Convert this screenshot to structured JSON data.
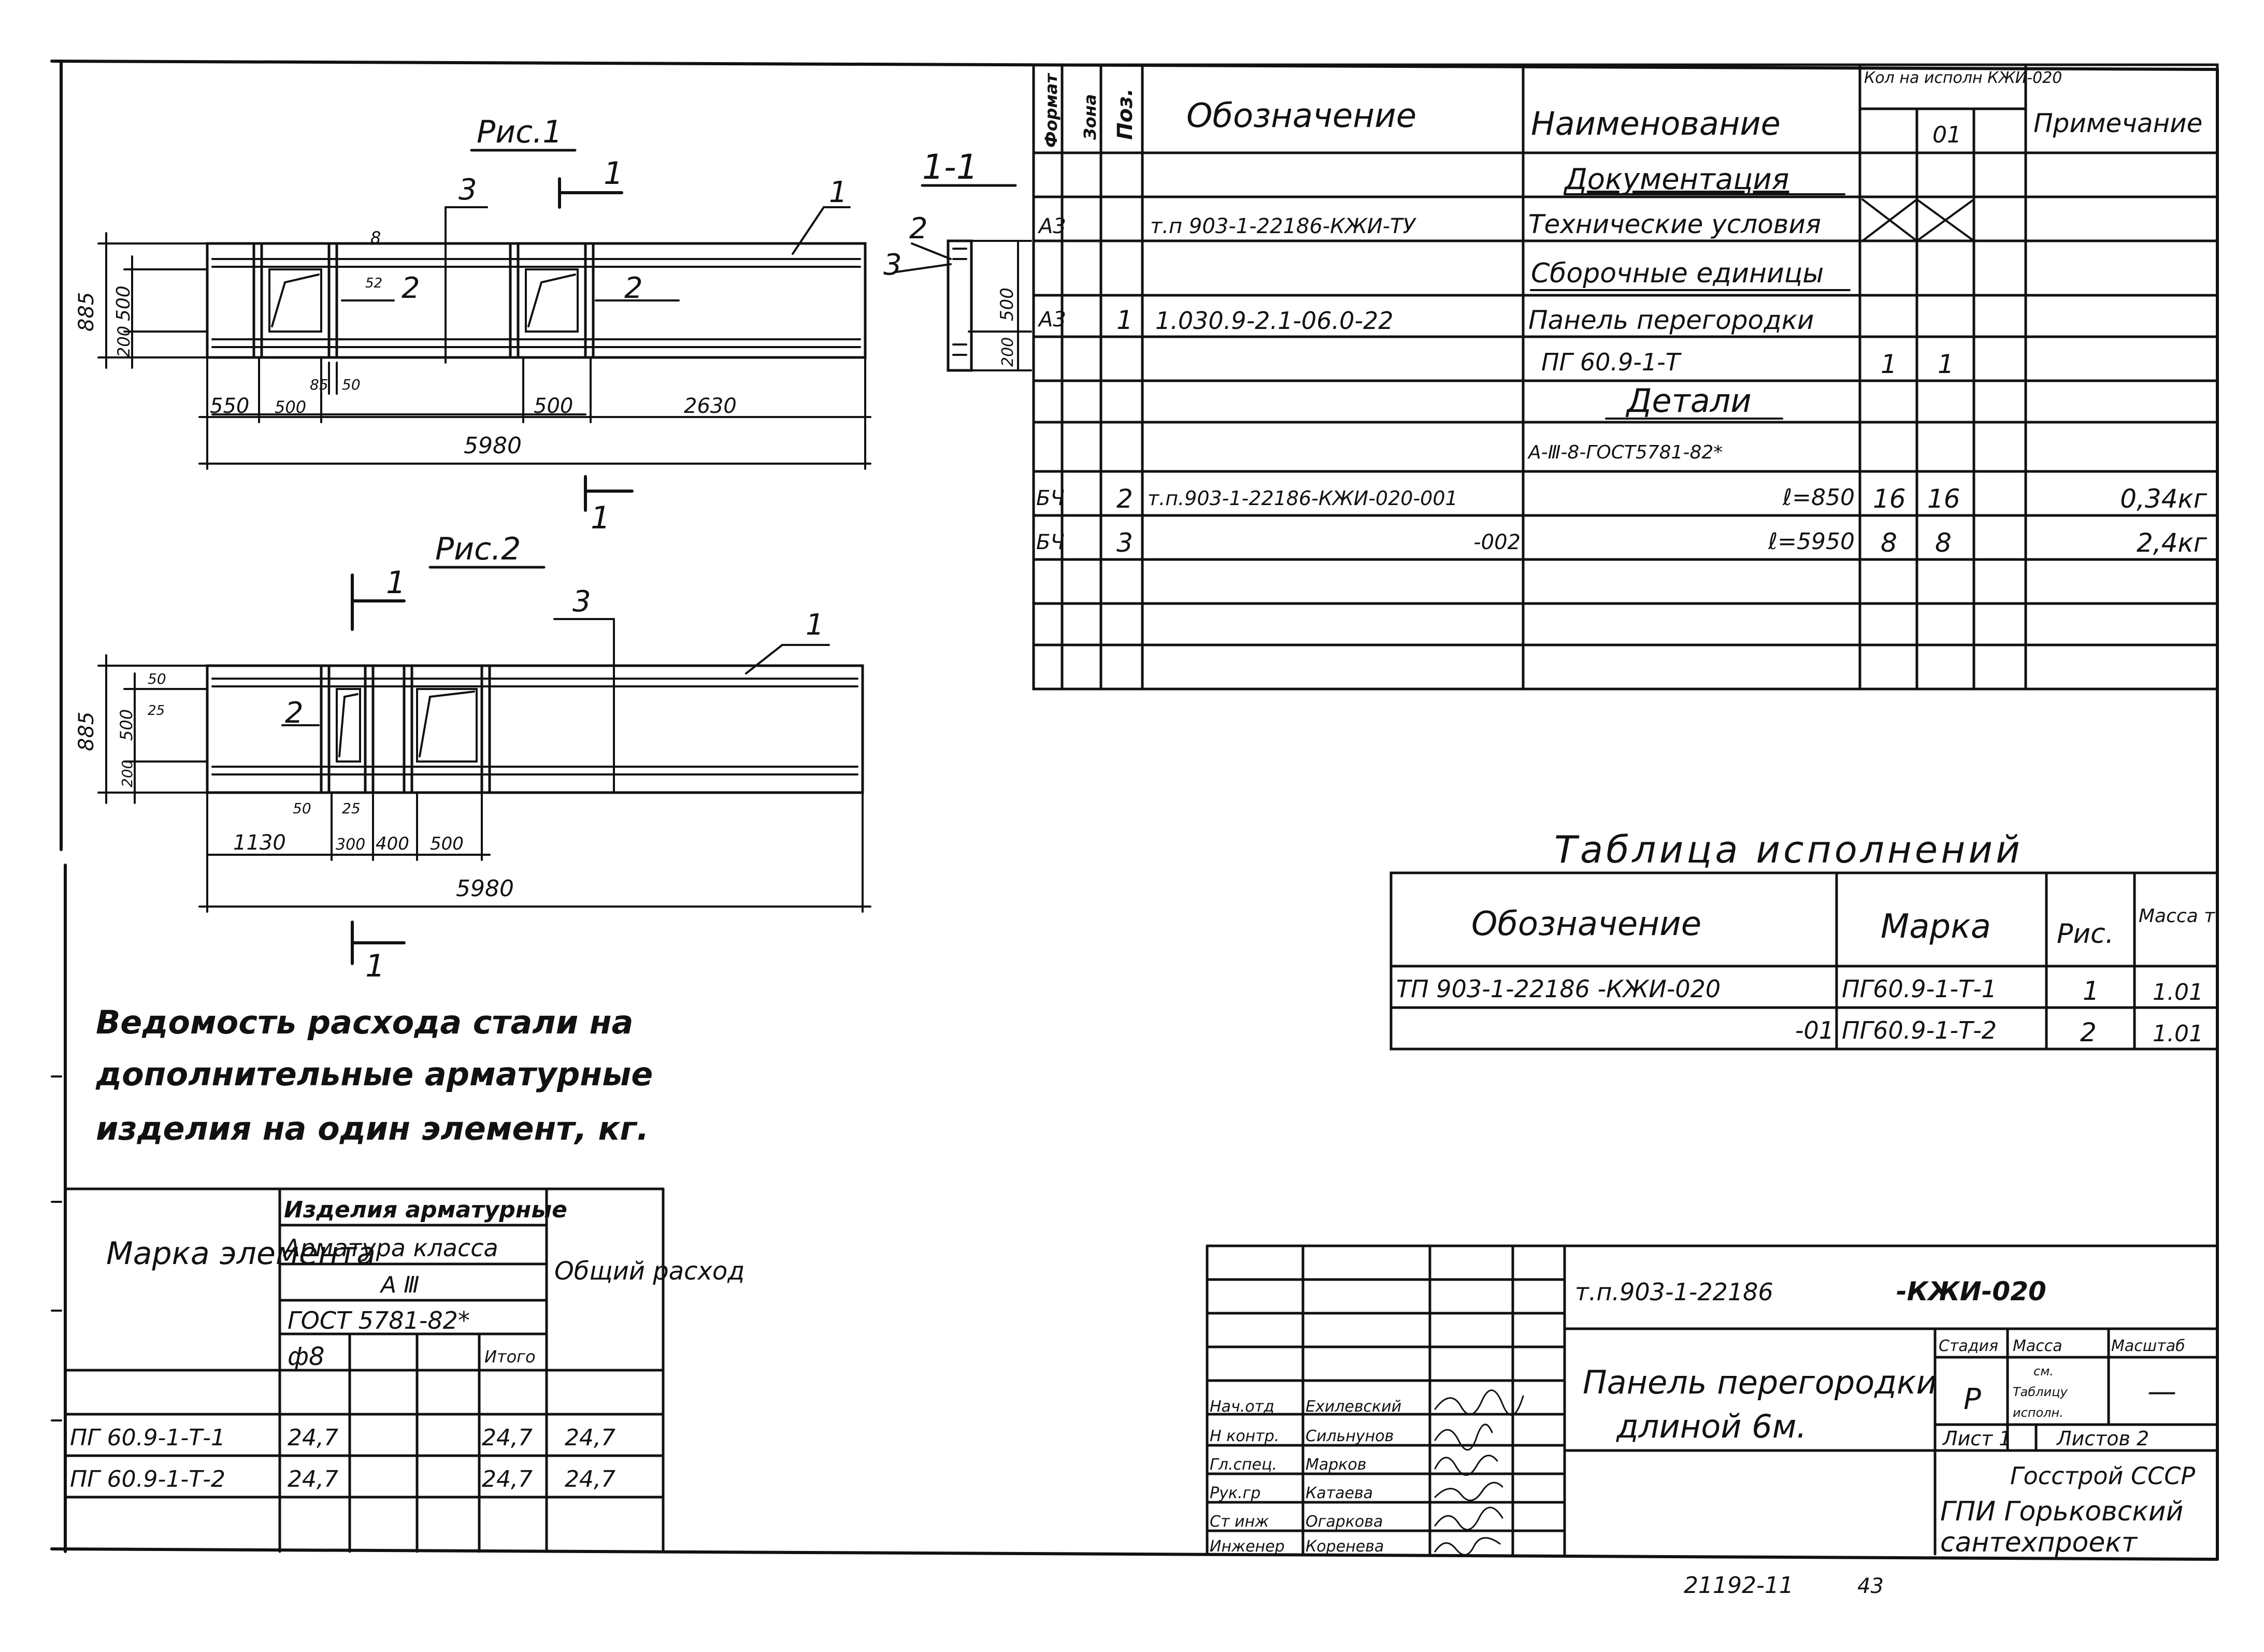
{
  "fig1": {
    "title": "Рис.1",
    "section_label": "1-1",
    "callouts": {
      "c1": "1",
      "c2a": "2",
      "c2b": "2",
      "c3": "3",
      "sec1": "1",
      "sec1b": "1"
    },
    "dim_v": {
      "d885": "885",
      "d500": "500",
      "d200": "200"
    },
    "dim_small": {
      "d8": "8",
      "d52": "52"
    },
    "dim_h": {
      "d550": "550",
      "d500a": "500",
      "d85": "85",
      "d50": "50",
      "d500b": "500",
      "d2630": "2630",
      "d5980": "5980"
    },
    "section": {
      "c2": "2",
      "c3": "3",
      "d500": "500",
      "d200": "200"
    }
  },
  "fig2": {
    "title": "Рис.2",
    "callouts": {
      "c1": "1",
      "c2": "2",
      "c3": "3",
      "sec1": "1",
      "sec1b": "1"
    },
    "dim_v": {
      "d885": "885",
      "d500": "500",
      "d200": "200",
      "d50": "50",
      "d25": "25"
    },
    "dim_h": {
      "d50": "50",
      "d25": "25",
      "d1130": "1130",
      "d300": "300",
      "d400": "400",
      "d500": "500",
      "d5980": "5980"
    }
  },
  "spec": {
    "headers": {
      "format": "Формат",
      "zone": "Зона",
      "pos": "Поз.",
      "designation": "Обозначение",
      "name": "Наименование",
      "qty": "Кол на исполн КЖИ-020",
      "qty_sub": "01",
      "note": "Примечание"
    },
    "rows": {
      "r1": {
        "name": "Документация"
      },
      "r2": {
        "format": "А3",
        "designation": "т.п 903-1-22186-КЖИ-ТУ",
        "name": "Технические условия"
      },
      "r3": {
        "name": "Сборочные единицы"
      },
      "r4": {
        "format": "А3",
        "pos": "1",
        "designation": "1.030.9-2.1-06.0-22",
        "name": "Панель перегородки"
      },
      "r5": {
        "name": "ПГ 60.9-1-Т",
        "q1": "1",
        "q2": "1"
      },
      "r6": {
        "name": "Детали"
      },
      "r7": {
        "name": "А-Ⅲ-8-ГОСТ5781-82*"
      },
      "r8": {
        "format": "БЧ",
        "pos": "2",
        "designation": "т.п.903-1-22186-КЖИ-020-001",
        "name": "ℓ=850",
        "q1": "16",
        "q2": "16",
        "note": "0,34кг"
      },
      "r9": {
        "format": "БЧ",
        "pos": "3",
        "designation": "-002",
        "name": "ℓ=5950",
        "q1": "8",
        "q2": "8",
        "note": "2,4кг"
      }
    }
  },
  "variants": {
    "title": "Таблица исполнений",
    "headers": {
      "designation": "Обозначение",
      "mark": "Марка",
      "fig": "Рис.",
      "mass": "Масса т"
    },
    "rows": [
      {
        "designation": "ТП 903-1-22186 -КЖИ-020",
        "mark": "ПГ60.9-1-Т-1",
        "fig": "1",
        "mass": "1.01"
      },
      {
        "designation": "-01",
        "mark": "ПГ60.9-1-Т-2",
        "fig": "2",
        "mass": "1.01"
      }
    ]
  },
  "steel": {
    "title_lines": [
      "Ведомость расхода стали на",
      "дополнительные арматурные",
      "изделия на один элемент, кг."
    ],
    "headers": {
      "mark": "Марка элемента",
      "items": "Изделия арматурные",
      "class": "Арматура класса",
      "class_val": "А Ⅲ",
      "gost": "ГОСТ 5781-82*",
      "d8": "ф8",
      "total": "Итого",
      "overall": "Общий расход"
    },
    "rows": [
      {
        "mark": "ПГ 60.9-1-Т-1",
        "d8": "24,7",
        "total": "24,7",
        "overall": "24,7"
      },
      {
        "mark": "ПГ 60.9-1-Т-2",
        "d8": "24,7",
        "total": "24,7",
        "overall": "24,7"
      }
    ]
  },
  "title_block": {
    "code": "т.п.903-1-22186",
    "code_suffix": "-КЖИ-020",
    "name_line1": "Панель перегородки",
    "name_line2": "длиной 6м.",
    "stage_label": "Стадия",
    "mass_label": "Масса",
    "scale_label": "Масштаб",
    "stage": "Р",
    "mass_l1": "см.",
    "mass_l2": "Таблицу",
    "mass_l3": "исполн.",
    "scale": "—",
    "sheet": "Лист 1",
    "sheets": "Листов 2",
    "org_line1": "Госстрой СССР",
    "org_line2": "ГПИ Горьковский",
    "org_line3": "сантехпроект",
    "staff": [
      {
        "role": "Нач.отд",
        "name": "Ехилевский"
      },
      {
        "role": "Н контр.",
        "name": "Сильнунов"
      },
      {
        "role": "Гл.спец.",
        "name": "Марков"
      },
      {
        "role": "Рук.гр",
        "name": "Катаева"
      },
      {
        "role": "Ст инж",
        "name": "Огаркова"
      },
      {
        "role": "Инженер",
        "name": "Коренева"
      }
    ]
  },
  "footer": {
    "code": "21192-11",
    "page": "43"
  }
}
